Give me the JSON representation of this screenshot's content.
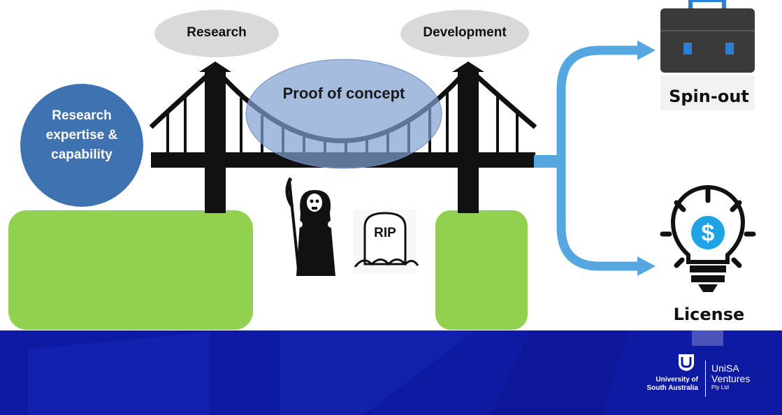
{
  "labels": {
    "research": "Research",
    "development": "Development",
    "expertise": [
      "Research",
      "expertise &",
      "capability"
    ],
    "proof_of_concept": "Proof of concept",
    "spin_out": "Spin-out",
    "license": "License",
    "rip": "RIP"
  },
  "logo": {
    "university_line1": "University of",
    "university_line2": "South Australia",
    "ventures_line1": "UniSA",
    "ventures_line2": "Ventures",
    "ventures_line3": "Pty Ltd"
  },
  "colors": {
    "footer_blue": "#0f1aa3",
    "land_green": "#92d050",
    "circle_blue": "#3f72b1",
    "oval_grey": "#d9d9d9",
    "poc_oval": "#8eaad4",
    "arrow_blue": "#56a7e0",
    "bridge_black": "#111111"
  },
  "icons": [
    "bridge-icon",
    "grim-reaper-icon",
    "tombstone-icon",
    "briefcase-icon",
    "lightbulb-dollar-icon",
    "unisa-shield-icon"
  ]
}
